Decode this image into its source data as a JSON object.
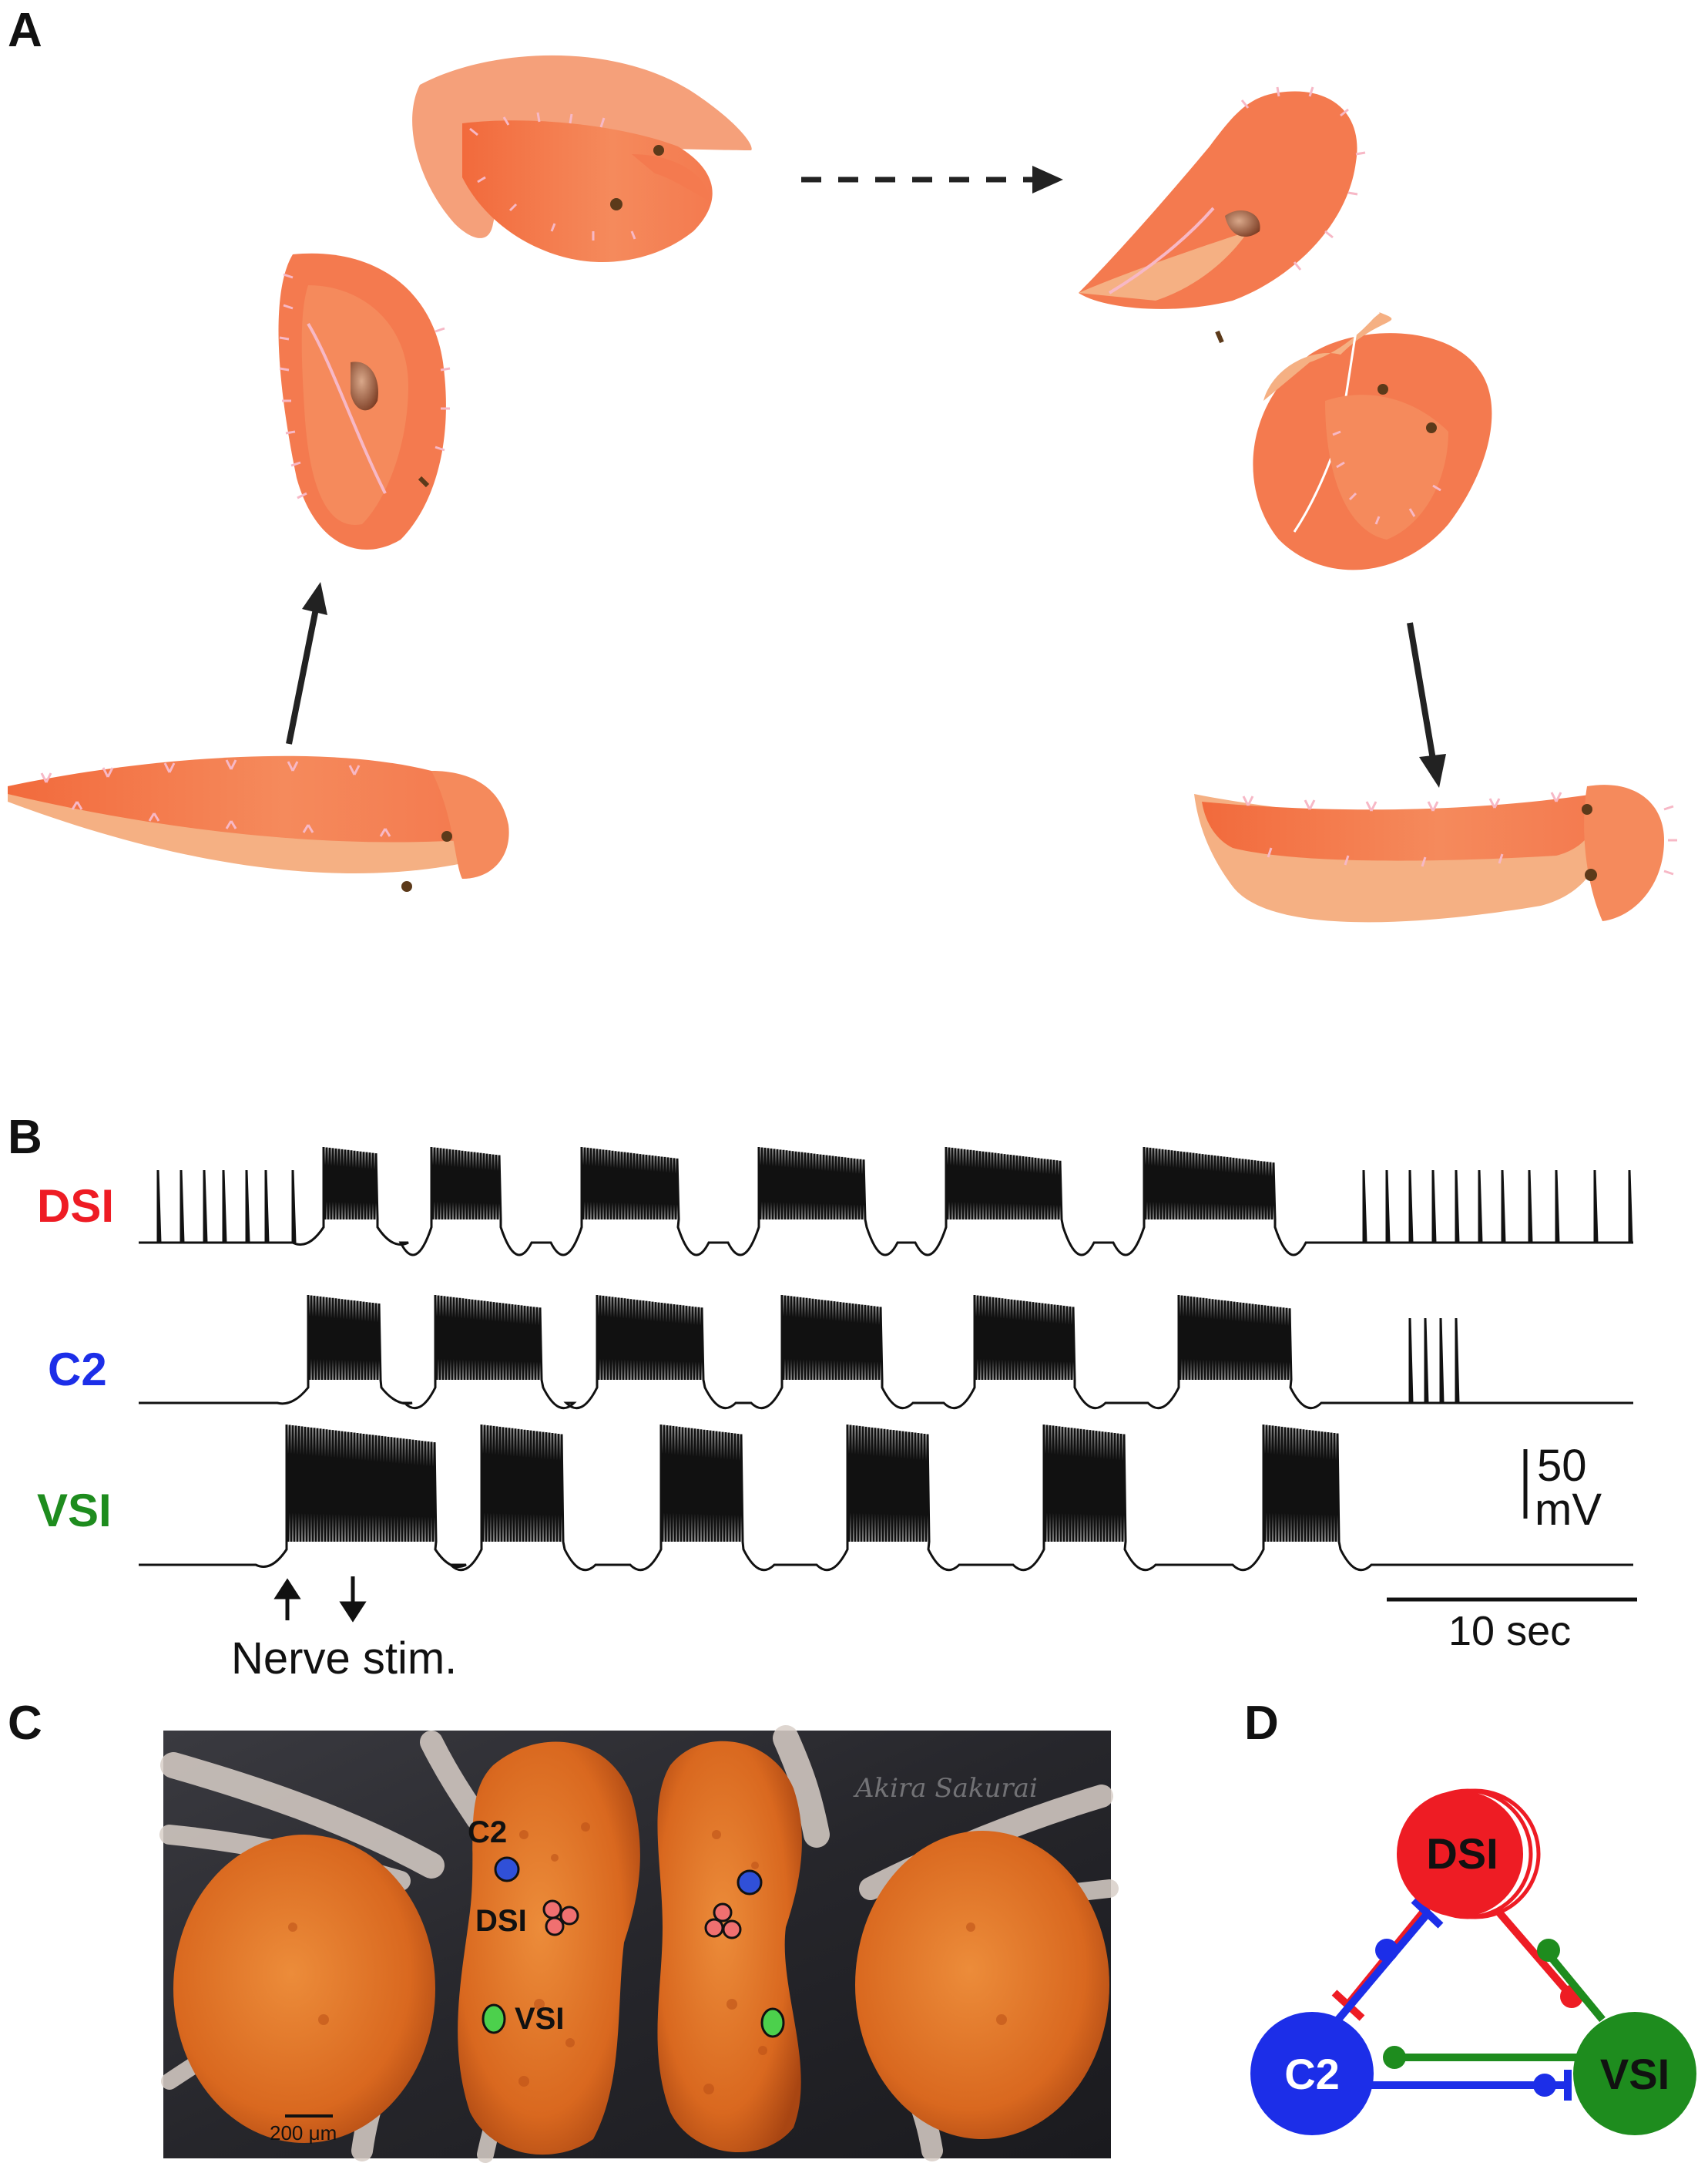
{
  "panels": {
    "a": "A",
    "b": "B",
    "c": "C",
    "d": "D"
  },
  "traces": {
    "dsi": {
      "label": "DSI",
      "color": "#ee1c24"
    },
    "c2": {
      "label": "C2",
      "color": "#1c2ee8"
    },
    "vsi": {
      "label": "VSI",
      "color": "#1e8c1e"
    }
  },
  "scale": {
    "voltage_value": "50",
    "voltage_unit": "mV",
    "time": "10 sec"
  },
  "stimulus_label": "Nerve stim.",
  "photo": {
    "labels": {
      "c2": "C2",
      "dsi": "DSI",
      "vsi": "VSI"
    },
    "scalebar": "200 μm",
    "watermark": "Akira Sakurai"
  },
  "circuit": {
    "nodes": {
      "dsi": "DSI",
      "c2": "C2",
      "vsi": "VSI"
    }
  },
  "colors": {
    "slug_body": "#f47a4f",
    "slug_foot": "#f5b083",
    "gills": "#f7b8c6",
    "ganglion": "#e2782e"
  }
}
